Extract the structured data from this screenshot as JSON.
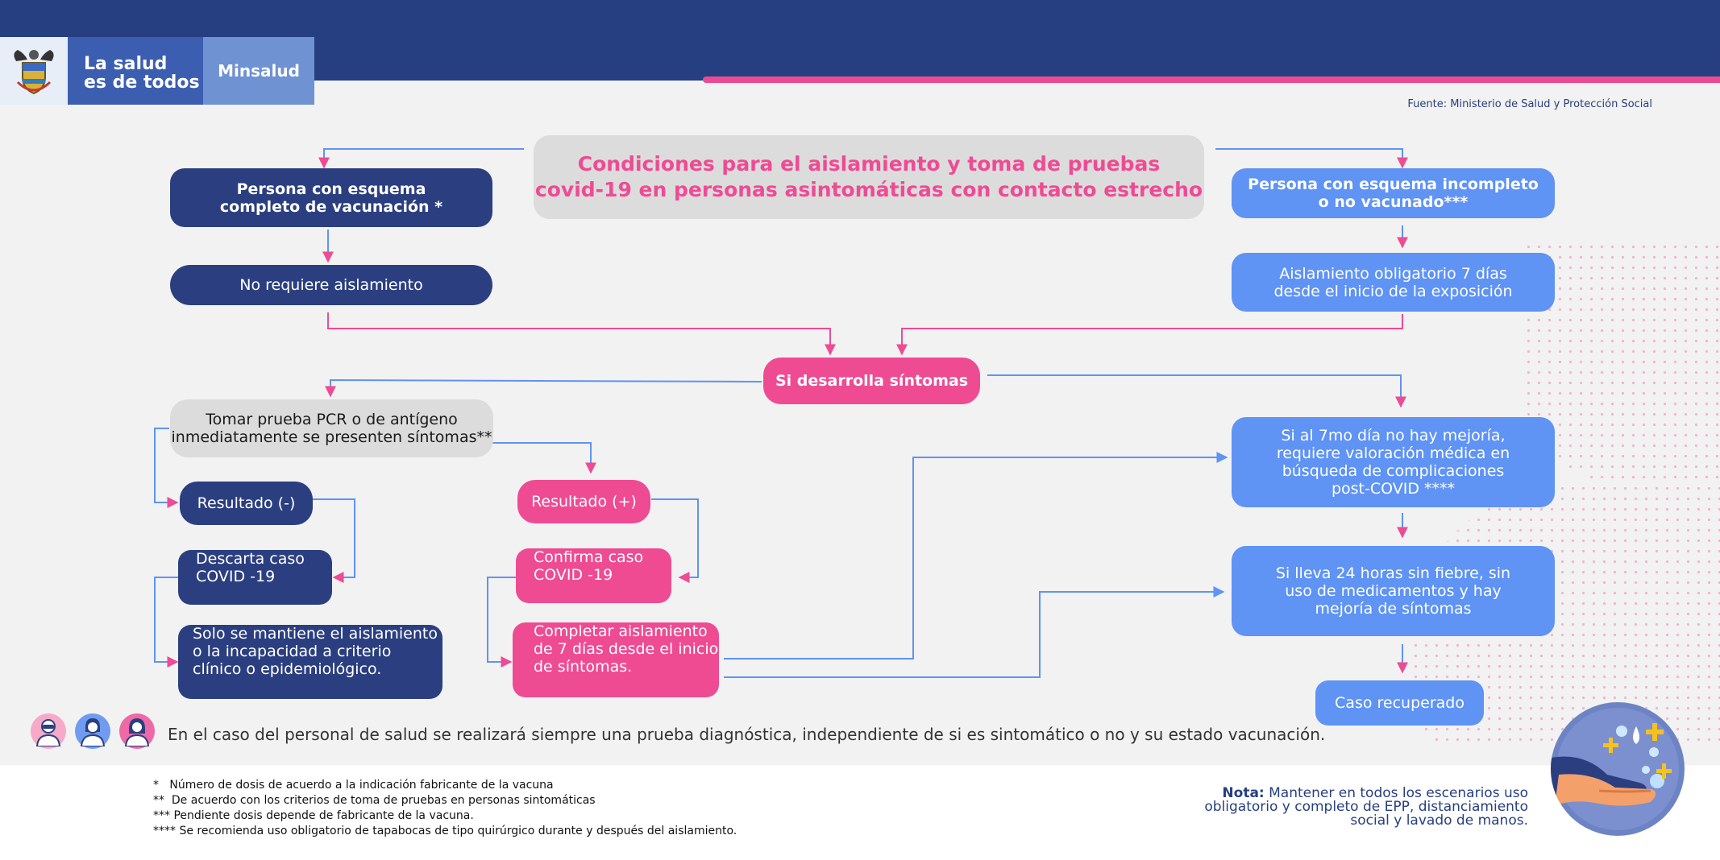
{
  "header": {
    "slogan_line1": "La salud",
    "slogan_line2": "es de todos",
    "ministry": "Minsalud",
    "source": "Fuente: Ministerio de Salud y Protección Social"
  },
  "title": {
    "line1": "Condiciones para el aislamiento y toma de pruebas",
    "line2": "covid-19 en personas asintomáticas con contacto estrecho"
  },
  "nodes": {
    "complete_scheme": {
      "line1": "Persona con esquema",
      "line2": "completo de vacunación *"
    },
    "no_isolation": "No requiere aislamiento",
    "incomplete_scheme": {
      "line1": "Persona con esquema incompleto",
      "line2": "o no vacunado***"
    },
    "mandatory_isolation": {
      "line1": "Aislamiento obligatorio 7 días",
      "line2": "desde  el inicio de la exposición"
    },
    "symptoms": "Si desarrolla síntomas",
    "take_test": {
      "line1": "Tomar prueba PCR o de antígeno",
      "line2": "inmediatamente se presenten síntomas**"
    },
    "result_negative": "Resultado (-)",
    "result_positive": "Resultado (+)",
    "discard_case": {
      "line1": "Descarta caso",
      "line2": "COVID -19"
    },
    "confirm_case": {
      "line1": "Confirma caso",
      "line2": "COVID -19"
    },
    "keep_isolation": {
      "line1": "Solo se mantiene el aislamiento",
      "line2": "o la incapacidad a criterio",
      "line3": "clínico o epidemiológico."
    },
    "complete_isolation": {
      "line1": "Completar aislamiento",
      "line2": "de 7 días desde el inicio",
      "line3": "de síntomas."
    },
    "no_improvement": {
      "line1": "Si al 7mo día no hay mejoría,",
      "line2": "requiere valoración médica en",
      "line3": "búsqueda de complicaciones",
      "line4": "post-COVID ****"
    },
    "no_fever": {
      "line1": "Si lleva 24 horas sin fiebre, sin",
      "line2": "uso de medicamentos y hay",
      "line3": "mejoría de síntomas"
    },
    "recovered": "Caso recuperado"
  },
  "health_staff_note": "En el caso del personal de salud se realizará siempre una prueba diagnóstica, independiente de si es sintomático o no y su estado vacunación.",
  "footnotes": {
    "f1": "*   Número de dosis de acuerdo a la indicación fabricante de la vacuna",
    "f2": "**  De acuerdo con los criterios de toma de pruebas en personas sintomáticas",
    "f3": "*** Pendiente dosis depende de fabricante de la vacuna.",
    "f4": "**** Se recomienda uso obligatorio de tapabocas de tipo quirúrgico durante y después del aislamiento."
  },
  "note": {
    "label": "Nota:",
    "text1": "Mantener en todos los escenarios uso",
    "text2": "obligatorio y completo de EPP, distanciamiento",
    "text3": "social y lavado de manos."
  },
  "colors": {
    "navy": "#2b3f80",
    "blue": "#5f93f4",
    "pink": "#ee4b93",
    "gray": "#dcdcdc",
    "header": "#263f81"
  },
  "icons": [
    "coat-of-arms-icon",
    "doctor-icon",
    "nurse-icon",
    "health-worker-icon",
    "handwashing-icon"
  ]
}
